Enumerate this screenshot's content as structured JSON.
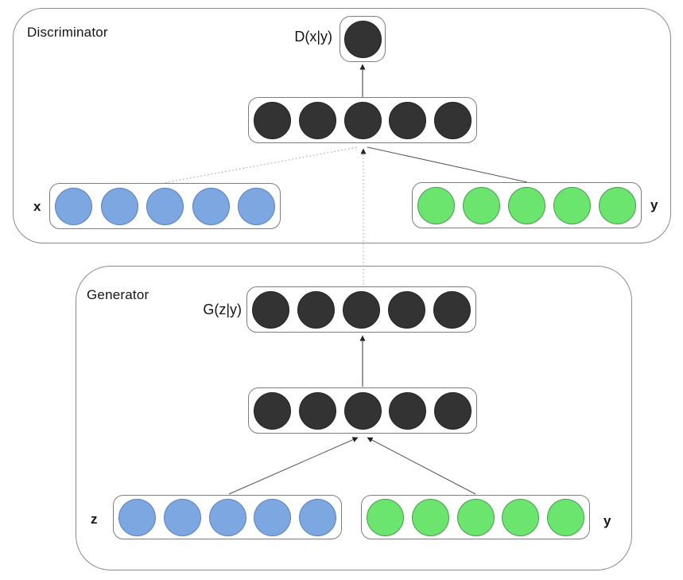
{
  "network": {
    "discriminator": {
      "label": "Discriminator",
      "output": {
        "label": "D(x|y)",
        "nodes": 1
      },
      "hidden": {
        "nodes": 5
      },
      "inputs": {
        "x": {
          "label": "x",
          "nodes": 5
        },
        "y": {
          "label": "y",
          "nodes": 5
        }
      }
    },
    "generator": {
      "label": "Generator",
      "output": {
        "label": "G(z|y)",
        "nodes": 5
      },
      "hidden": {
        "nodes": 5
      },
      "inputs": {
        "z": {
          "label": "z",
          "nodes": 5
        },
        "y": {
          "label": "y",
          "nodes": 5
        }
      }
    }
  },
  "colors": {
    "input_node_blue": "#7da7e1",
    "condition_node_green": "#6be56e",
    "hidden_node_dark": "#333333",
    "box_border": "#8a8a8a"
  }
}
